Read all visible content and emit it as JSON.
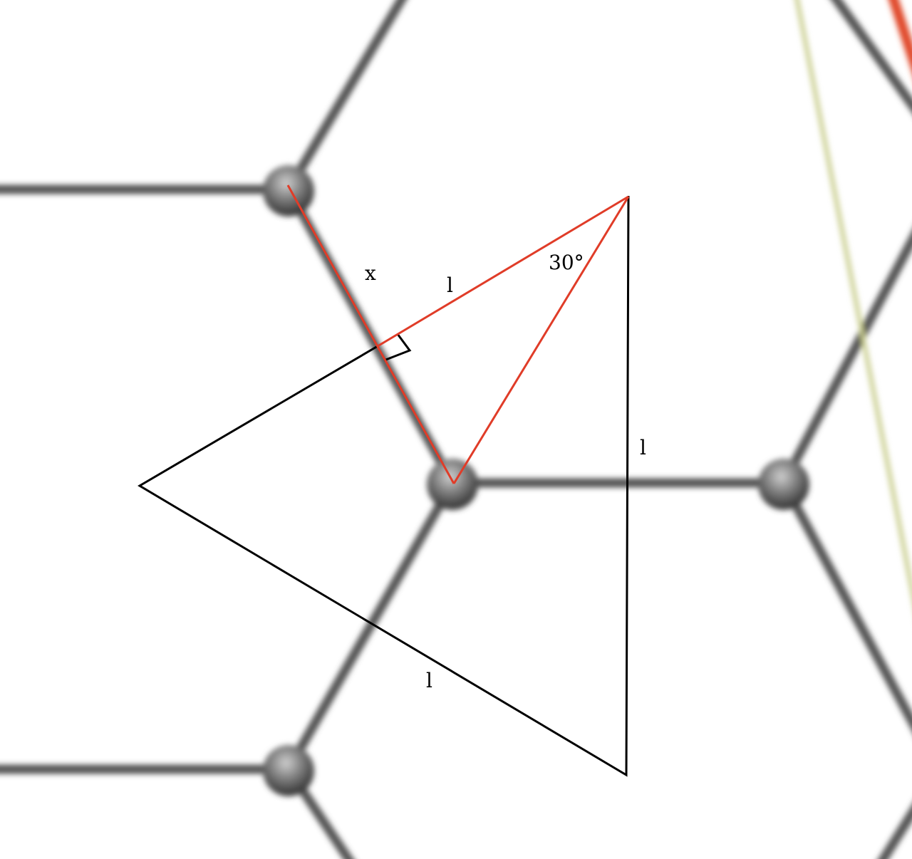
{
  "labels": {
    "x": "x",
    "top_side": "l",
    "right_side": "l",
    "bottom_side": "l",
    "angle": "30°"
  },
  "colors": {
    "bond": "#555555",
    "atom": "#707070",
    "triangle": "#000000",
    "construction": "#e03c28",
    "faint_line": "#c8cc8a"
  }
}
